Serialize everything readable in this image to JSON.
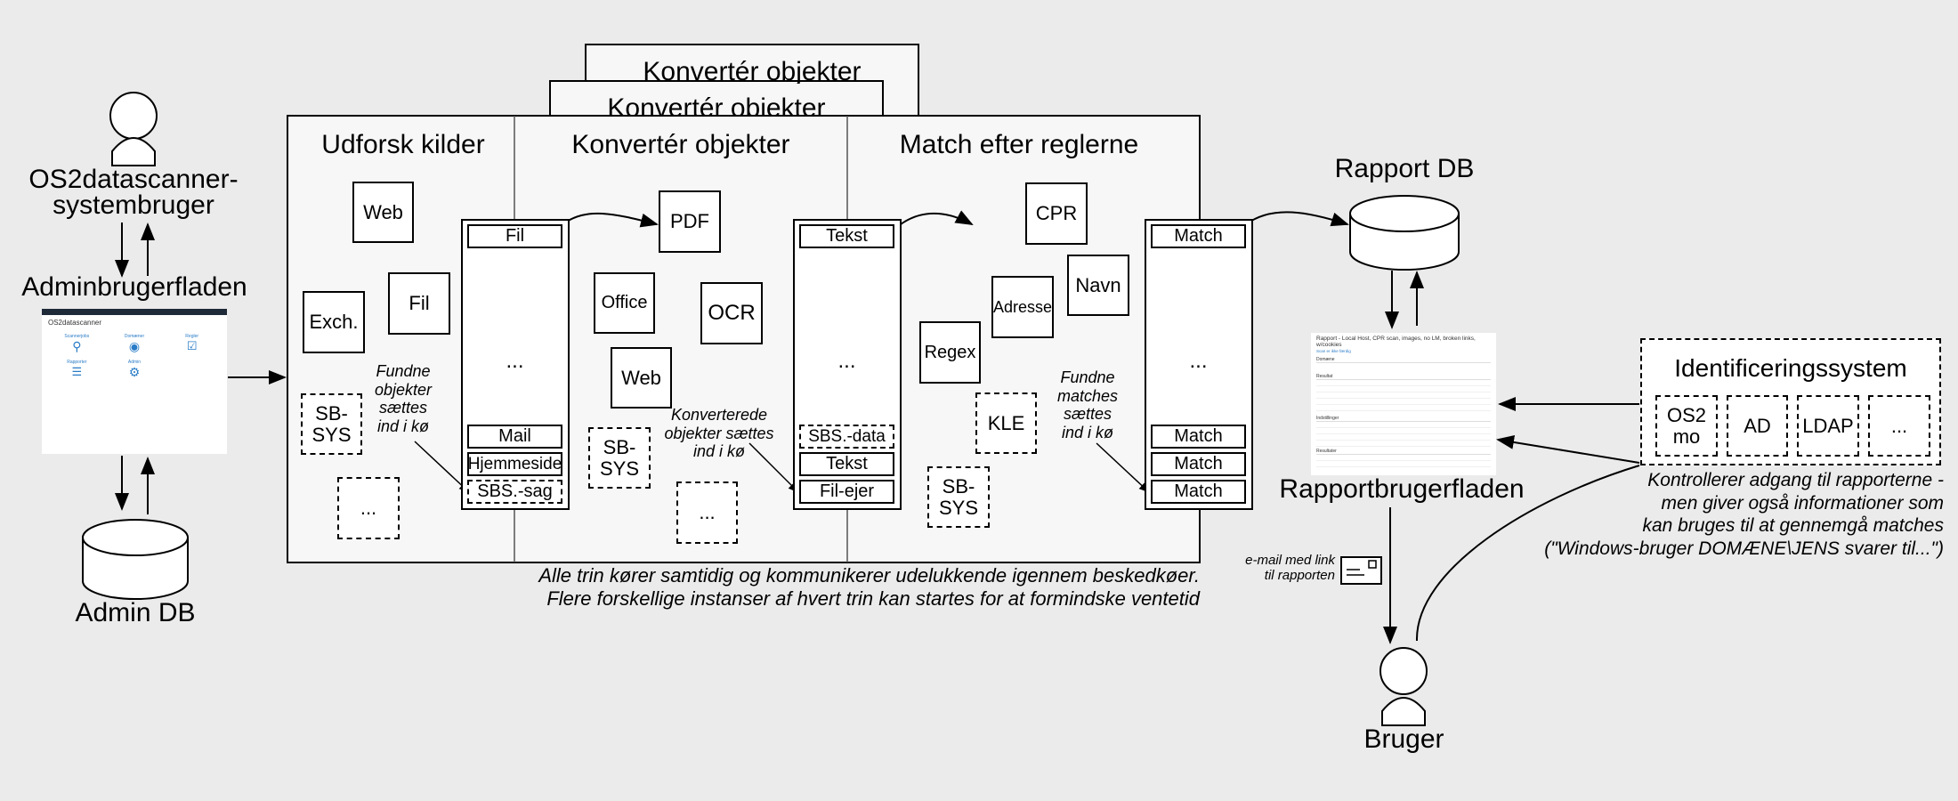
{
  "actors": {
    "admin_user": "OS2datascanner-\nsystembruger",
    "admin_ui": "Adminbrugerfladen",
    "admin_db": "Admin DB",
    "report_db": "Rapport DB",
    "report_ui": "Rapportbrugerfladen",
    "user": "Bruger"
  },
  "stage_headers": {
    "explore": "Udforsk kilder",
    "convert": "Konvertér objekter",
    "match": "Match efter reglerne",
    "stack_1": "Konvertér objekter",
    "stack_2": "Konvertér objekter"
  },
  "sources": {
    "web": "Web",
    "exch": "Exch.",
    "fil": "Fil",
    "sbsys": "SB-\nSYS",
    "more": "..."
  },
  "queue1": {
    "items": [
      "Fil",
      "...",
      "Mail",
      "Hjemmeside",
      "SBS.-sag"
    ],
    "note": "Fundne\nobjekter\nsættes\nind i kø"
  },
  "converters": {
    "pdf": "PDF",
    "office": "Office",
    "ocr": "OCR",
    "web": "Web",
    "sbsys": "SB-\nSYS",
    "more": "..."
  },
  "queue2": {
    "items": [
      "Tekst",
      "...",
      "SBS.-data",
      "Tekst",
      "Fil-ejer"
    ],
    "note": "Konverterede\nobjekter sættes\nind i kø"
  },
  "rules": {
    "cpr": "CPR",
    "navn": "Navn",
    "adresse": "Adresse",
    "regex": "Regex",
    "kle": "KLE",
    "sbsys": "SB-\nSYS"
  },
  "queue3": {
    "items": [
      "Match",
      "...",
      "Match",
      "Match",
      "Match"
    ],
    "note": "Fundne\nmatches\nsættes\nind i kø"
  },
  "pipeline_note": "Alle trin kører samtidig og kommunikerer udelukkende igennem beskedkøer.\nFlere forskellige instanser af hvert trin kan startes for at formindske ventetid",
  "identification": {
    "title": "Identificeringssystem",
    "systems": [
      "OS2\nmo",
      "AD",
      "LDAP",
      "..."
    ],
    "note": "Kontrollerer adgang til rapporterne -\nmen giver også informationer som\nkan bruges til at gennemgå matches\n(\"Windows-bruger DOMÆNE\\JENS svarer til...\")"
  },
  "email_note": "e-mail med link\ntil rapporten",
  "admin_screenshot": {
    "heading": "OS2datascanner",
    "tiles": [
      "Scannerjobs",
      "Domæner",
      "Regler",
      "Rapporter",
      "Admin"
    ]
  },
  "report_screenshot": {
    "heading": "Rapport - Local Host, CPR scan, images, no LM, broken links, w/cookies",
    "sub": "Scan er ikke færdig",
    "sections": [
      "Domæne",
      "Resultat",
      "Indstillinger",
      "Resultater"
    ]
  },
  "colors": {
    "background": "#ebebeb",
    "stage": "#f7f7f7",
    "icon_blue": "#2a7cc7"
  }
}
